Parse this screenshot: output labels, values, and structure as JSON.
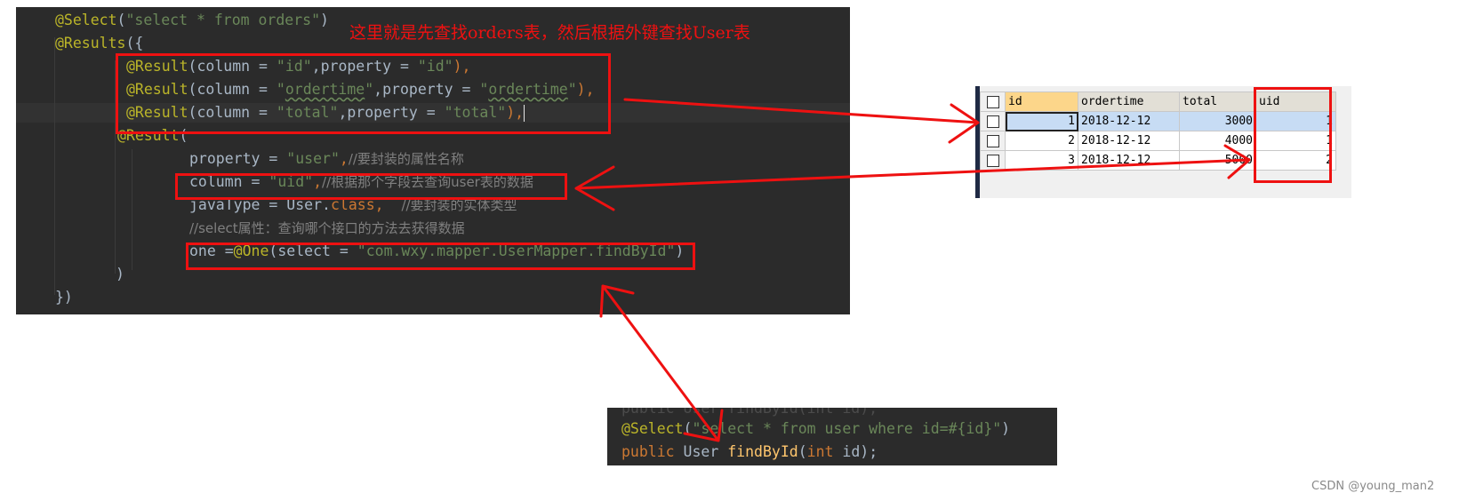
{
  "main_code": {
    "line1": {
      "ann": "@Select",
      "open": "(",
      "str": "\"select * from orders\"",
      "close": ")"
    },
    "line2": {
      "ann": "@Results",
      "rest": "({"
    },
    "line3": {
      "ann": "@Result",
      "a": "(column = ",
      "s1": "\"id\"",
      "b": ",property = ",
      "s2": "\"id\"",
      "c": "),"
    },
    "line4": {
      "ann": "@Result",
      "a": "(column = ",
      "q1": "\"",
      "w1": "ordertime",
      "q2": "\"",
      "b": ",property = ",
      "q3": "\"",
      "w2": "ordertime",
      "q4": "\"",
      "c": "),"
    },
    "line5": {
      "ann": "@Result",
      "a": "(column = ",
      "s1": "\"total\"",
      "b": ",property = ",
      "s2": "\"total\"",
      "c": "),"
    },
    "line6": {
      "ann": "@Result",
      "rest": "("
    },
    "line7": {
      "a": "property = ",
      "s": "\"user\"",
      "c": ",",
      "cmt": "//要封装的属性名称"
    },
    "line8": {
      "a": "column = ",
      "s": "\"uid\"",
      "c": ",",
      "cmt": "//根据那个字段去查询user表的数据"
    },
    "line9": {
      "a": "javaType = User.",
      "kw": "class",
      "c": ",  ",
      "cmt": "//要封装的实体类型"
    },
    "line10": {
      "cmt": "//select属性：查询哪个接口的方法去获得数据"
    },
    "line11": {
      "a": "one =",
      "ann": "@One",
      "b": "(select = ",
      "s": "\"com.wxy.mapper.UserMapper.findById\"",
      "c": ")"
    },
    "line12": {
      "text": ")"
    },
    "line13": {
      "text": "})"
    }
  },
  "annotation_note": "这里就是先查找orders表，然后根据外键查找User表",
  "table": {
    "headers": [
      "id",
      "ordertime",
      "total",
      "uid"
    ],
    "rows": [
      [
        "1",
        "2018-12-12",
        "3000",
        "1"
      ],
      [
        "2",
        "2018-12-12",
        "4000",
        "1"
      ],
      [
        "3",
        "2018-12-12",
        "5000",
        "2"
      ]
    ]
  },
  "bottom_code": {
    "ghost_top": "public User findById(int id);",
    "line1": {
      "ann": "@Select",
      "open": "(",
      "str": "\"select * from user where id=#{id}\"",
      "close": ")"
    },
    "line2": {
      "kw": "public",
      "type": " User ",
      "fn": "findById",
      "open": "(",
      "kw2": "int",
      "rest": " id);"
    }
  },
  "watermark": "CSDN @young_man2",
  "colors": {
    "editor_bg": "#2b2b2b",
    "annotation": "#bbb529",
    "string": "#6a8759",
    "comment": "#808080",
    "keyword": "#cc7832",
    "function": "#ffc66d",
    "highlight": "#ee1111"
  }
}
